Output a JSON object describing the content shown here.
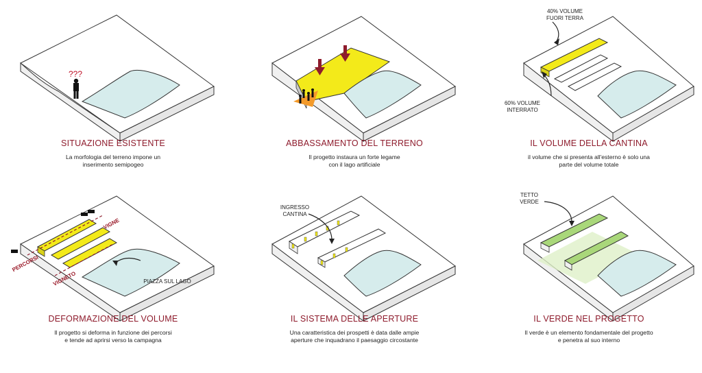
{
  "panels": [
    {
      "title": "SITUAZIONE ESISTENTE",
      "desc": "La morfologia del terreno impone un\ninserimento semipogeo",
      "marks": "???"
    },
    {
      "title": "ABBASSAMENTO DEL TERRENO",
      "desc": "Il progetto instaura un forte legame\ncon il lago artificiale"
    },
    {
      "title": "IL VOLUME DELLA CANTINA",
      "desc": "il volume che si presenta all'esterno è solo una\nparte del volume totale",
      "note1": "40% VOLUME\nFUORI TERRA",
      "note2": "60% VOLUME\nINTERRATO"
    },
    {
      "title": "DEFORMAZIONE DEL VOLUME",
      "desc": "Il progetto si deforma in funzione dei percorsi\ne tende ad aprirsi verso la campagna",
      "note1": "PIAZZA SUL LAGO",
      "tag1": "PERCORSI",
      "tag2": "VIGNE",
      "tag3": "VIGNETO"
    },
    {
      "title": "IL SISTEMA DELLE APERTURE",
      "desc": "Una caratteristica dei prospetti è data dalle ampie\naperture che inquadrano il paesaggio circostante",
      "note1": "INGRESSO\nCANTINA"
    },
    {
      "title": "IL VERDE NEL PROGETTO",
      "desc": "Il verde è un elemento fondamentale del progetto\ne penetra al suo interno",
      "note1": "TETTO\nVERDE"
    }
  ],
  "colors": {
    "title": "#8e1b2c",
    "yellow": "#f3ea1a",
    "lake": "#d6ecec",
    "arrow": "#8e1b2c",
    "orange": "#f39a2a",
    "green": "#a9d77a"
  }
}
